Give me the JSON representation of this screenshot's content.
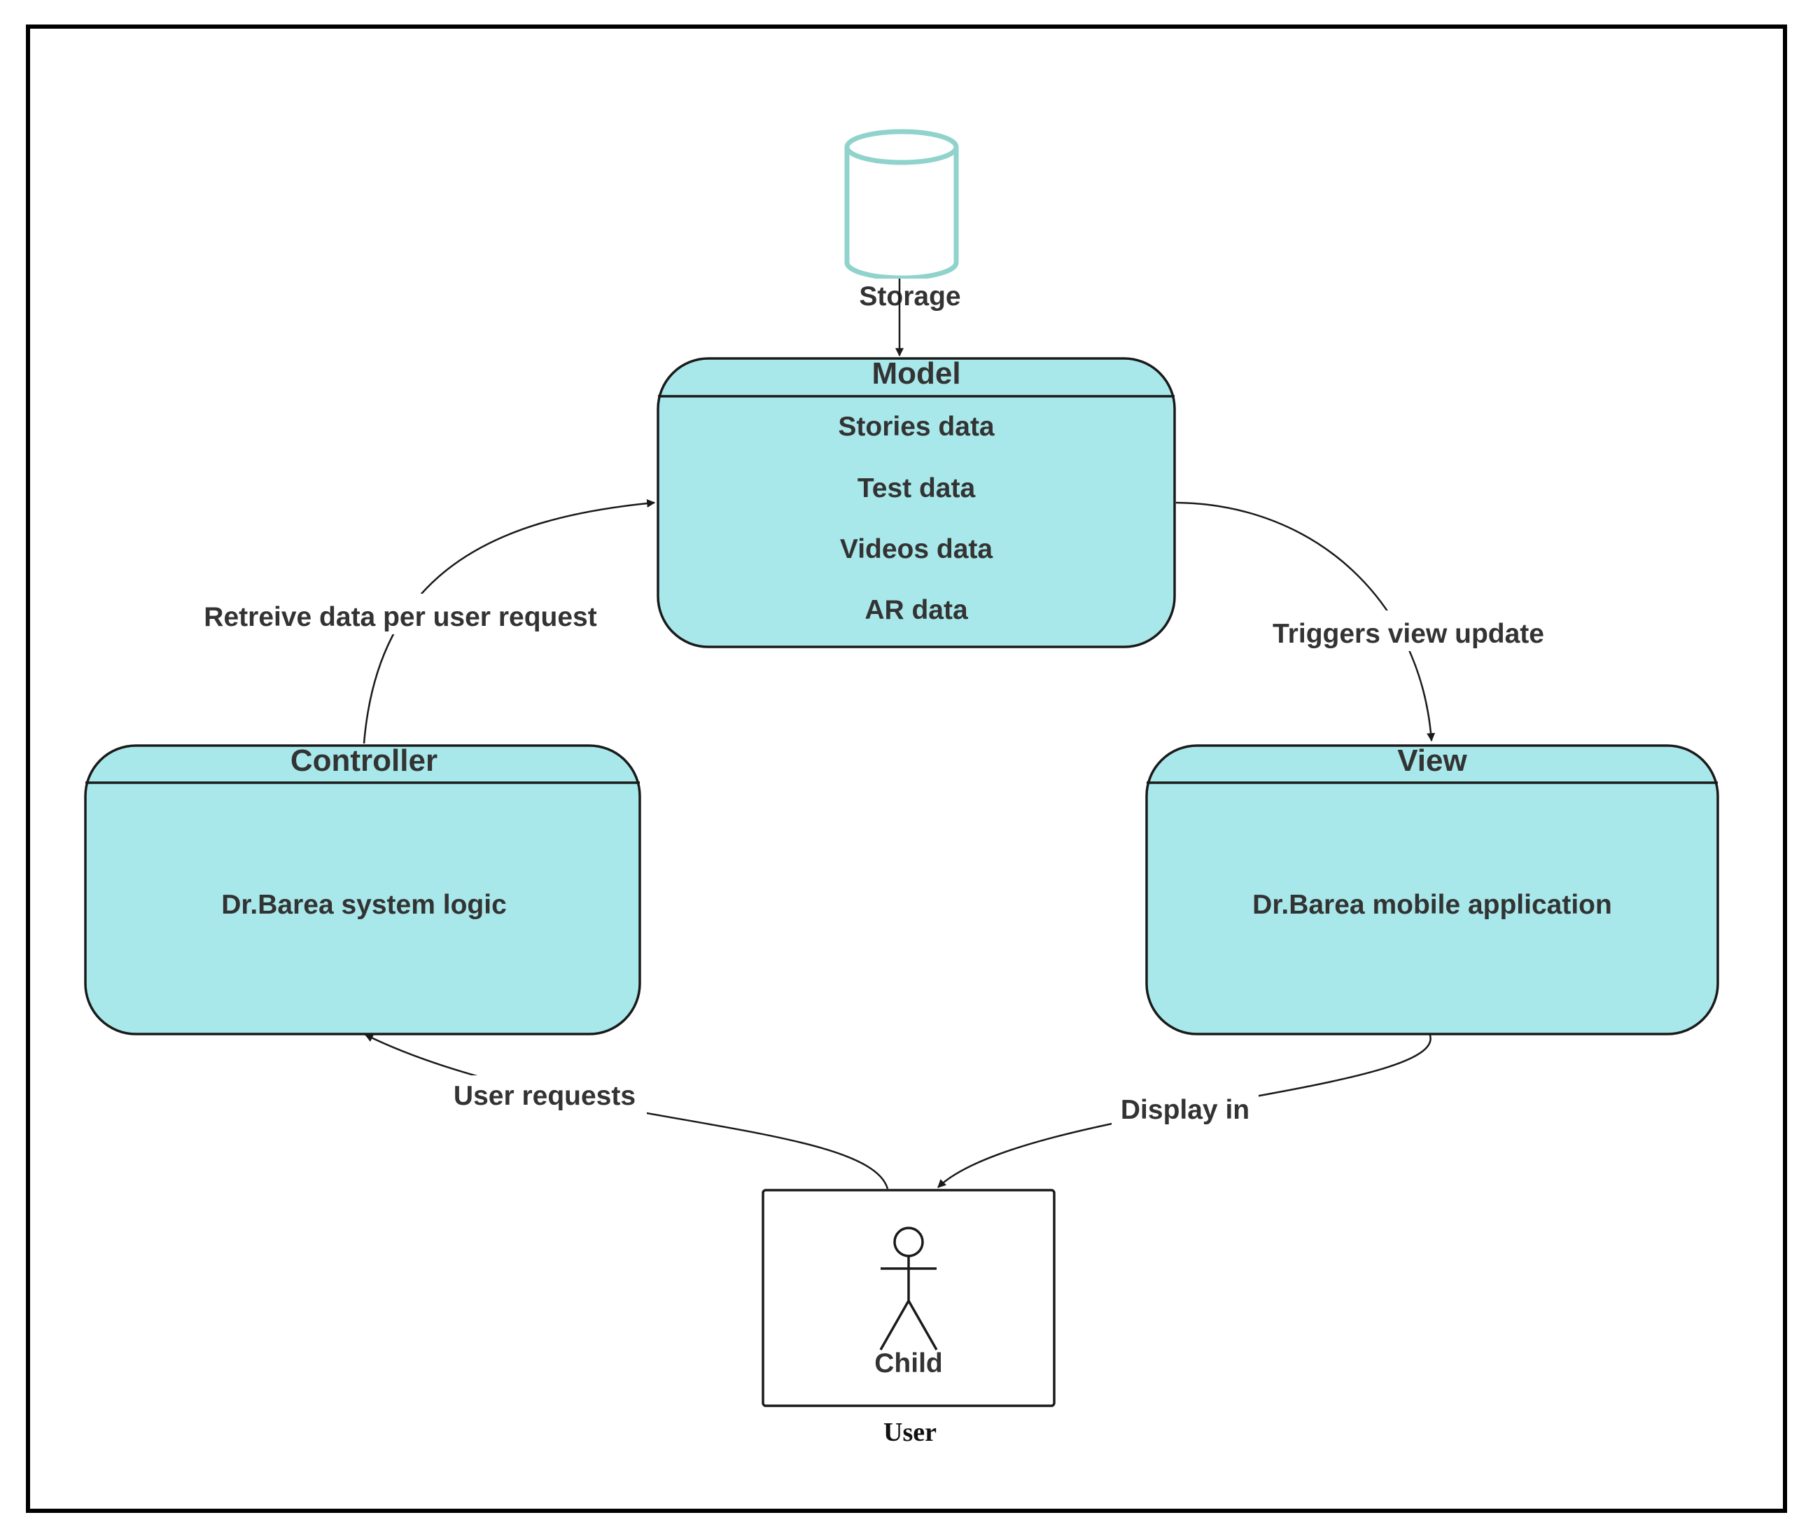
{
  "colors": {
    "box_fill": "#a8e8ea",
    "box_stroke": "#1a1a1a",
    "storage_stroke": "#8fd3cc",
    "text": "#333333",
    "frame": "#000000"
  },
  "storage": {
    "label": "Storage",
    "icon": "database-cylinder-icon"
  },
  "model": {
    "title": "Model",
    "items": [
      "Stories data",
      "Test data",
      "Videos data",
      "AR data"
    ]
  },
  "controller": {
    "title": "Controller",
    "body": "Dr.Barea system logic"
  },
  "view": {
    "title": "View",
    "body": "Dr.Barea mobile application"
  },
  "user": {
    "actor_label": "Child",
    "caption": "User",
    "icon": "stick-figure-icon"
  },
  "edges": {
    "retrieve": "Retreive data per user request",
    "triggers": "Triggers view update",
    "requests": "User requests",
    "display": "Display in"
  }
}
